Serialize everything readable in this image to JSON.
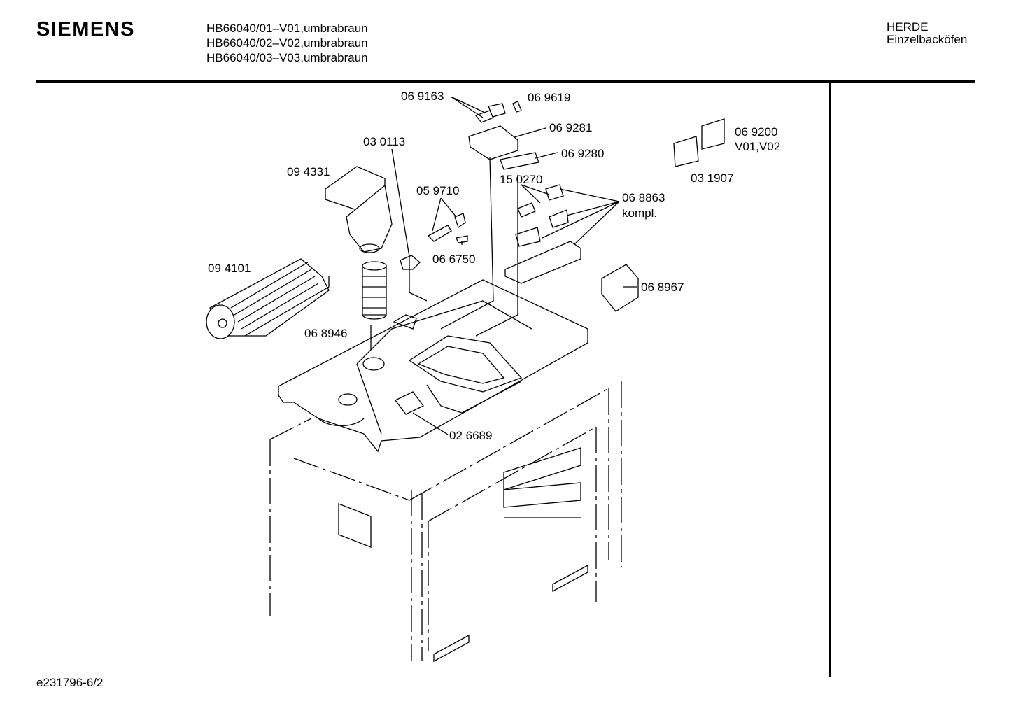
{
  "header": {
    "brand": "SIEMENS",
    "models": [
      "HB66040/01–V01,umbrabraun",
      "HB66040/02–V02,umbrabraun",
      "HB66040/03–V03,umbrabraun"
    ],
    "category": [
      "HERDE",
      "Einzelbacköfen"
    ]
  },
  "footer": {
    "doc_id": "e231796-6/2"
  },
  "parts": [
    {
      "id": "p-069163",
      "label": "06 9163"
    },
    {
      "id": "p-069619",
      "label": "06 9619"
    },
    {
      "id": "p-069281",
      "label": "06 9281"
    },
    {
      "id": "p-069280",
      "label": "06 9280"
    },
    {
      "id": "p-030113",
      "label": "03 0113"
    },
    {
      "id": "p-094331",
      "label": "09 4331"
    },
    {
      "id": "p-150270",
      "label": "15 0270"
    },
    {
      "id": "p-059710",
      "label": "05 9710"
    },
    {
      "id": "p-068863",
      "label": "06 8863"
    },
    {
      "id": "p-068863b",
      "label": "kompl."
    },
    {
      "id": "p-069200",
      "label": "06 9200"
    },
    {
      "id": "p-069200b",
      "label": "V01,V02"
    },
    {
      "id": "p-031907",
      "label": "03 1907"
    },
    {
      "id": "p-094101",
      "label": "09 4101"
    },
    {
      "id": "p-066750",
      "label": "06 6750"
    },
    {
      "id": "p-068967",
      "label": "06 8967"
    },
    {
      "id": "p-068946",
      "label": "06 8946"
    },
    {
      "id": "p-026689",
      "label": "02 6689"
    }
  ]
}
